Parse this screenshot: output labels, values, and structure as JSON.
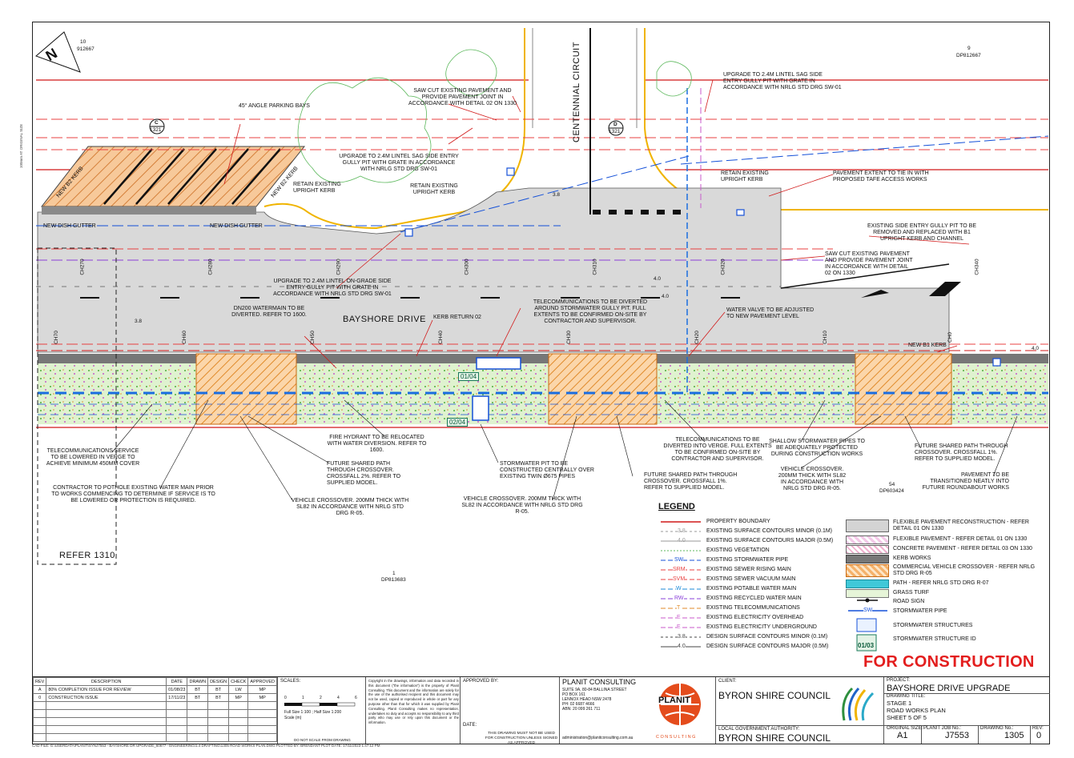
{
  "colors": {
    "property": "#d11818",
    "stormwater": "#1450d8",
    "sewer": "#e84040",
    "recycled": "#8a40d8",
    "pavement": "#d9d9d9",
    "vehicle_crossover": "#f5b26b",
    "turf": "#9ed48a",
    "kerb": "#777777",
    "for_construction": "#e31d1d"
  },
  "plan": {
    "north_arrow": "N",
    "lot_top_left": [
      "10",
      "912667"
    ],
    "lot_top_right": [
      "9",
      "DP812667"
    ],
    "lot_bottom_right": [
      "54",
      "DP603424"
    ],
    "lot_bottom_mid": [
      "1",
      "DP813683"
    ],
    "street_main": "BAYSHORE DRIVE",
    "street_cross": "CENTENNIAL CIRCUIT",
    "refer_1310": "REFER 1310",
    "section_c": "C",
    "section_c_sheet": "1321",
    "section_d": "D",
    "section_d_sheet": "1321",
    "pit_id_1": "01/04",
    "pit_id_2": "02/04",
    "chainages": [
      "CH270",
      "CH280",
      "CH290",
      "CH300",
      "CH310",
      "CH320",
      "CH340"
    ],
    "chainages_lower": [
      "CH70",
      "CH60",
      "CH50",
      "CH40",
      "CH30",
      "CH20",
      "CH10",
      "CH0"
    ],
    "contours": [
      "4.0",
      "3.8",
      "4.0",
      "3.8",
      "4.0"
    ],
    "notes": {
      "parking": "45° ANGLE PARKING BAYS",
      "saw_cut_top": "SAW CUT EXISTING PAVEMENT AND PROVIDE PAVEMENT JOINT IN ACCORDANCE WITH DETAIL 02 ON 1330",
      "lintel_sag_top_right": "UPGRADE TO 2.4m LINTEL SAG SIDE ENTRY GULLY PIT WITH GRATE IN ACCORDANCE WITH NRLG STD DRG SW-01",
      "lintel_sag_mid": "UPGRADE TO 2.4m LINTEL SAG SIDE ENTRY GULLY PIT WITH GRATE IN ACCORDANCE WITH NRLG STD DRG SW-01",
      "retain_kerb_left": "RETAIN EXISTING UPRIGHT KERB",
      "retain_kerb_mid": "RETAIN EXISTING UPRIGHT KERB",
      "retain_kerb_right": "RETAIN EXISTING UPRIGHT KERB",
      "pavement_extent": "PAVEMENT EXTENT TO TIE IN WITH PROPOSED TAFE ACCESS WORKS",
      "new_b2_kerb_1": "NEW B2 KERB",
      "new_b2_kerb_2": "NEW B2 KERB",
      "new_dish_gutter_1": "NEW DISH GUTTER",
      "new_dish_gutter_2": "NEW DISH GUTTER",
      "existing_gully": "EXISTING SIDE ENTRY GULLY PIT TO BE REMOVED AND REPLACED WITH B1 UPRIGHT KERB AND CHANNEL",
      "saw_cut_right": "SAW CUT EXISTING PAVEMENT AND PROVIDE PAVEMENT JOINT IN ACCORDANCE WITH DETAIL 02 ON 1330",
      "lintel_on_grade": "UPGRADE TO 2.4m LINTEL ON-GRADE SIDE ENTRY GULLY PIT WITH GRATE IN ACCORDANCE WITH NRLG STD DRG SW-01",
      "dn200": "DN200 WATERMAIN TO BE DIVERTED. REFER TO 1600.",
      "kerb_return": "KERB RETURN 02",
      "telecom_divert": "TELECOMMUNICATIONS TO BE DIVERTED AROUND STORMWATER GULLY PIT. FULL EXTENTS TO BE CONFIRMED ON-SITE BY CONTRACTOR AND SUPERVISOR.",
      "water_valve": "WATER VALVE TO BE ADJUSTED TO NEW PAVEMENT LEVEL",
      "new_b1_kerb": "NEW B1 KERB",
      "telecom_lower": "TELECOMMUNICATIONS SERVICE TO BE LOWERED IN VERGE TO ACHIEVE MINIMUM 450mm COVER",
      "pothole": "CONTRACTOR TO POTHOLE EXISTING WATER MAIN PRIOR TO WORKS COMMENCING TO DETERMINE IF SERVICE IS TO BE LOWERED OR PROTECTION IS REQUIRED.",
      "hydrant": "FIRE HYDRANT TO BE RELOCATED WITH WATER DIVERSION. REFER TO 1600.",
      "shared_path_2": "FUTURE SHARED PATH THROUGH CROSSOVER. CROSSFALL 2%. REFER TO SUPPLIED MODEL.",
      "vehicle_crossover_left": "VEHICLE CROSSOVER. 200mm THICK WITH SL82 IN ACCORDANCE WITH NRLG STD DRG R-05.",
      "stormwater_pit": "STORMWATER PIT TO BE CONSTRUCTED CENTRALLY OVER EXISTING TWIN Ø675 PIPES",
      "vehicle_crossover_mid": "VEHICLE CROSSOVER. 200mm THICK WITH SL82 IN ACCORDANCE WITH NRLG STD DRG R-05.",
      "shared_path_1_mid": "FUTURE SHARED PATH THROUGH CROSSOVER. CROSSFALL 1%. REFER TO SUPPLIED MODEL.",
      "telecom_verge": "TELECOMMUNICATIONS TO BE DIVERTED INTO VERGE. FULL EXTENTS TO BE CONFIRMED ON-SITE BY CONTRACTOR AND SUPERVISOR.",
      "shallow_sw": "SHALLOW STORMWATER PIPES TO BE ADEQUATELY PROTECTED DURING CONSTRUCTION WORKS",
      "vehicle_crossover_right": "VEHICLE CROSSOVER. 200mm THICK WITH SL82 IN ACCORDANCE WITH NRLG STD DRG R-05.",
      "shared_path_1_right": "FUTURE SHARED PATH THROUGH CROSSOVER. CROSSFALL 1%. REFER TO SUPPLIED MODEL.",
      "pavement_transition": "PAVEMENT TO BE TRANSITIONED NEATLY INTO FUTURE ROUNDABOUT WORKS"
    }
  },
  "legend": {
    "title": "LEGEND",
    "left": [
      {
        "code": "",
        "label": "PROPERTY BOUNDARY"
      },
      {
        "code": "3.8",
        "label": "EXISTING SURFACE CONTOURS MINOR (0.1m)"
      },
      {
        "code": "4.0",
        "label": "EXISTING SURFACE CONTOURS MAJOR (0.5m)"
      },
      {
        "code": "",
        "label": "EXISTING VEGETATION"
      },
      {
        "code": "SW",
        "label": "EXISTING STORMWATER PIPE"
      },
      {
        "code": "SRM",
        "label": "EXISTING SEWER RISING MAIN"
      },
      {
        "code": "SVM",
        "label": "EXISTING SEWER VACUUM MAIN"
      },
      {
        "code": "W",
        "label": "EXISTING POTABLE WATER MAIN"
      },
      {
        "code": "RW",
        "label": "EXISTING RECYCLED WATER MAIN"
      },
      {
        "code": "T",
        "label": "EXISTING TELECOMMUNICATIONS"
      },
      {
        "code": "E",
        "label": "EXISTING ELECTRICITY OVERHEAD"
      },
      {
        "code": "E",
        "label": "EXISTING ELECTRICITY UNDERGROUND"
      },
      {
        "code": "3.8",
        "label": "DESIGN SURFACE CONTOURS MINOR (0.1m)"
      },
      {
        "code": "4.0",
        "label": "DESIGN SURFACE CONTOURS MAJOR (0.5m)"
      }
    ],
    "right": [
      {
        "label": "FLEXIBLE PAVEMENT RECONSTRUCTION - REFER DETAIL 01 ON 1330"
      },
      {
        "label": "FLEXIBLE PAVEMENT - REFER DETAIL 01 ON 1330"
      },
      {
        "label": "CONCRETE PAVEMENT - REFER DETAIL 03 ON 1330"
      },
      {
        "label": "KERB WORKS"
      },
      {
        "label": "COMMERCIAL VEHICLE CROSSOVER - REFER NRLG STD DRG R-05"
      },
      {
        "label": "PATH - REFER NRLG STD DRG R-07"
      },
      {
        "label": "GRASS TURF"
      },
      {
        "label": "ROAD SIGN"
      },
      {
        "label": "STORMWATER PIPE"
      },
      {
        "label": "STORMWATER STRUCTURES"
      },
      {
        "label": "STORMWATER STRUCTURE ID"
      }
    ],
    "sw_code": "SW",
    "structure_id": "01/03"
  },
  "status": "FOR CONSTRUCTION",
  "title_block": {
    "rev_headers": [
      "REV",
      "DESCRIPTION",
      "DATE",
      "DRAWN",
      "DESIGN",
      "CHECK",
      "APPROVED"
    ],
    "revisions": [
      [
        "A",
        "80% COMPLETION ISSUE FOR REVIEW",
        "01/08/23",
        "BT",
        "BT",
        "LW",
        "MP"
      ],
      [
        "0",
        "CONSTRUCTION ISSUE",
        "17/11/23",
        "BT",
        "BT",
        "MP",
        "MP"
      ]
    ],
    "scales_label": "SCALES:",
    "scale_ticks": [
      "0",
      "1",
      "2",
      "4",
      "6"
    ],
    "scale_text": "Full Size 1:100 ; Half Size 1:200",
    "scale_unit": "Scale (m)",
    "do_not_scale": "DO NOT SCALE FROM DRAWING",
    "copyright": "Copyright in the drawings, information and data recorded in this document (\"the information\") is the property of Planit Consulting. This document and the information are solely for the use of the authorised recipient and this document may not be used, copied or reproduced in whole or part for any purpose other than that for which it was supplied by Planit Consulting. Planit Consulting makes no representation, undertakes no duty and accepts no responsibility to any third party who may use or rely upon this document or the information.",
    "approved_by": "APPROVED BY:",
    "date_label": "DATE:",
    "not_used": "THIS DRAWING MUST NOT BE USED FOR CONSTRUCTION UNLESS SIGNED AS APPROVED",
    "consultant": "PLANIT CONSULTING",
    "address": [
      "SUITE 9A, 80-84 BALLINA STREET",
      "PO BOX 161",
      "LENNOX HEAD NSW 2478",
      "PH: 02 6687 4666",
      "ABN: 20 099 261 711"
    ],
    "email": "administration@planitconsulting.com.au",
    "logo_word": "PLANIT",
    "logo_sub": "C O N S U L T I N G",
    "client_label": "CLIENT:",
    "client": "BYRON SHIRE COUNCIL",
    "authority_label": "LOCAL GOVERNMENT AUTHORITY:",
    "authority": "BYRON SHIRE COUNCIL",
    "project_label": "PROJECT:",
    "project": "BAYSHORE DRIVE UPGRADE",
    "drawing_title_label": "DRAWING TITLE:",
    "drawing_title": [
      "STAGE 1",
      "ROAD WORKS PLAN",
      "SHEET 5 OF 5"
    ],
    "original_size_label": "ORIGINAL SIZE:",
    "original_size": "A1",
    "job_label": "PLANIT JOB No.:",
    "job": "J7553",
    "drawing_no_label": "DRAWING No.:",
    "drawing_no": "1305",
    "rev_label": "REV:",
    "rev": "0"
  },
  "cad_file": "CAD FILE: G:\\USERDATA\\PLANIT\\SYNJ7553 - BAYSHORE DR UPGRADE_60677 - ENGINEERING\\1.4 DRAFTING\\1305 ROAD WORKS PLAN.DWG PLOTTED BY: BRENDANT  PLOT DATE: 17/11/2023 1:47:12 PM",
  "margin_note": "100mm AT ORIGINAL SIZE"
}
